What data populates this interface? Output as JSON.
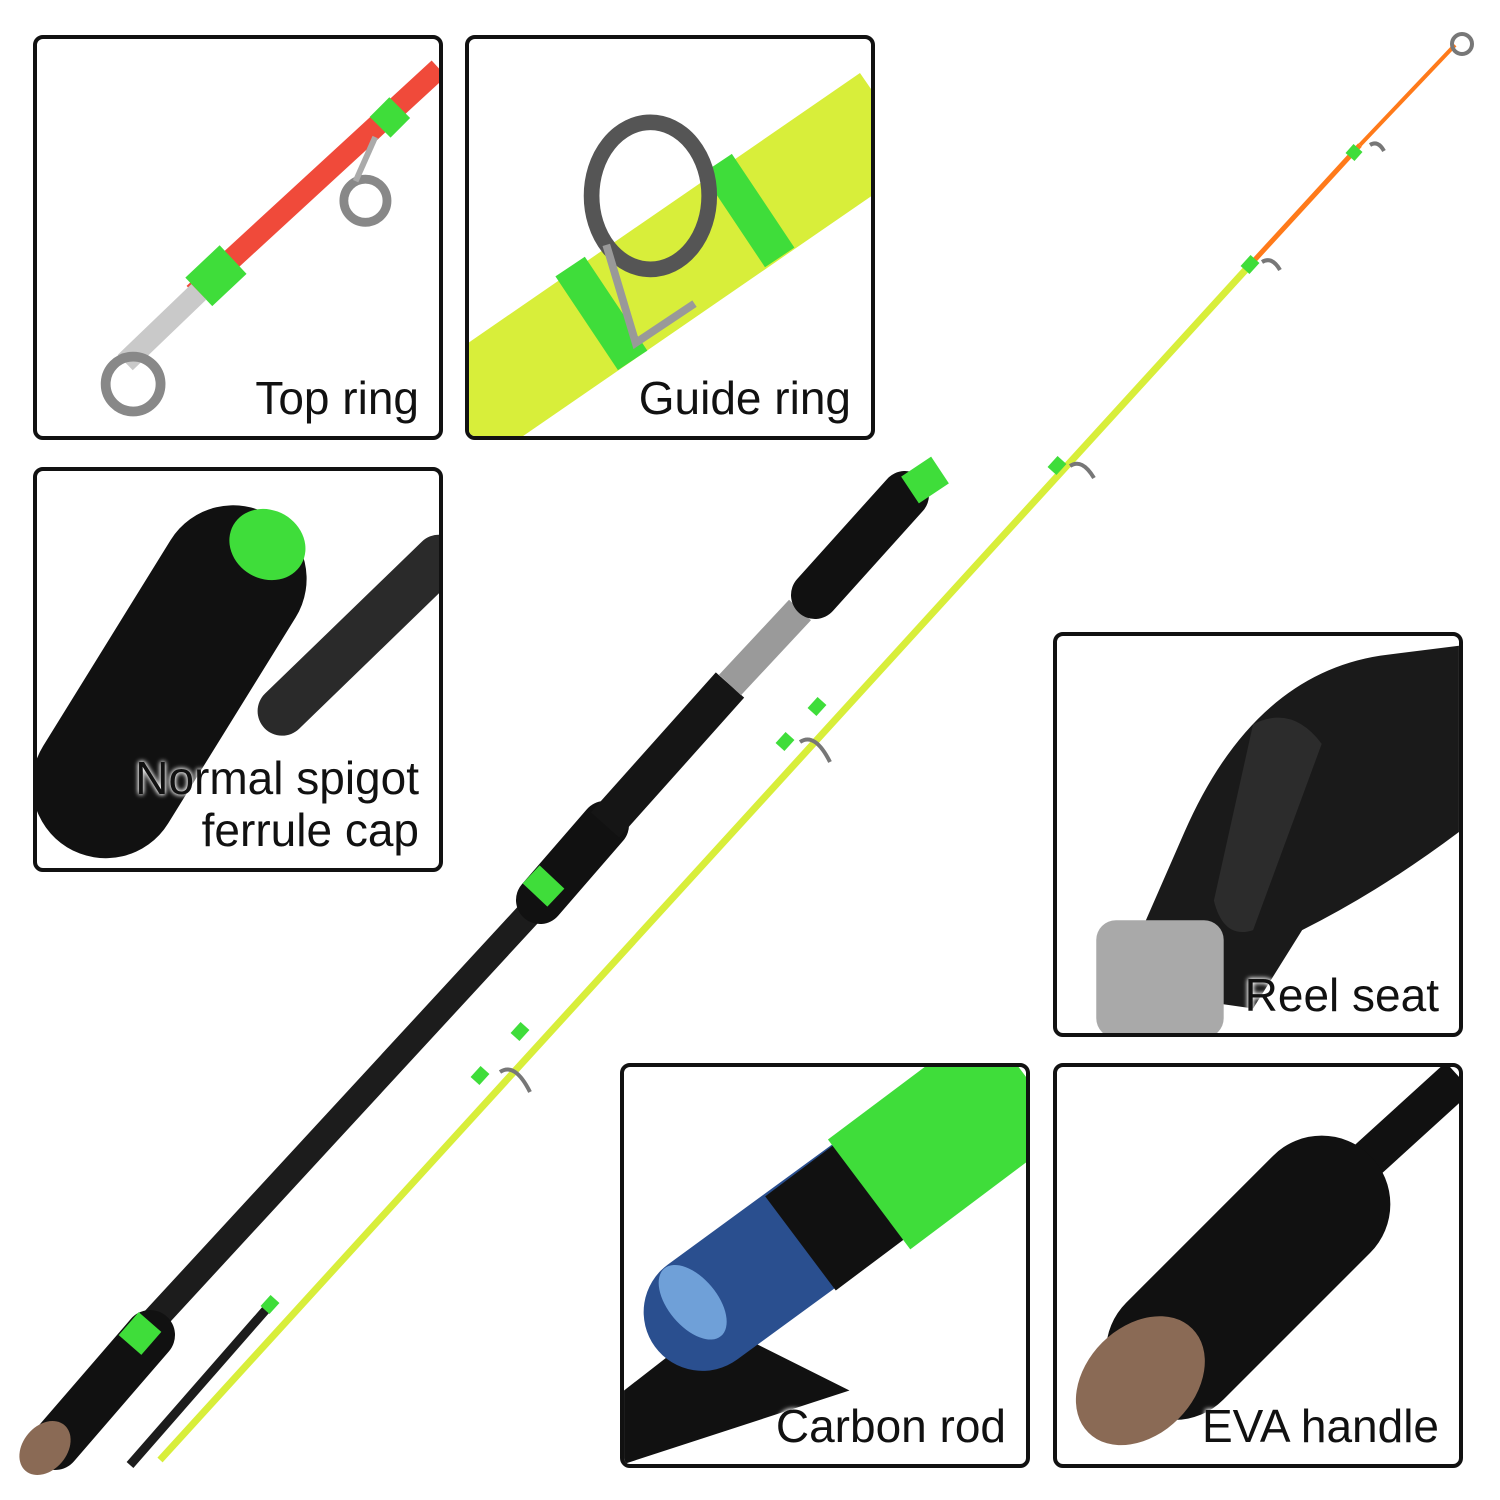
{
  "panels": {
    "top_ring": {
      "label": "Top ring"
    },
    "guide_ring": {
      "label": "Guide ring"
    },
    "ferrule_cap": {
      "label_line1": "Normal spigot",
      "label_line2": "ferrule cap"
    },
    "reel_seat": {
      "label": "Reel seat"
    },
    "carbon_rod": {
      "label": "Carbon rod"
    },
    "eva_handle": {
      "label": "EVA handle"
    }
  },
  "colors": {
    "rod_yellow": "#d8ee3a",
    "wrap_green": "#3fdd3a",
    "tip_orange": "#ff7a1a",
    "tip_red": "#f04a3a",
    "blank_black": "#1c1c1c",
    "cork": "#8a6a55",
    "carbon_blue": "#2a4f8f"
  }
}
